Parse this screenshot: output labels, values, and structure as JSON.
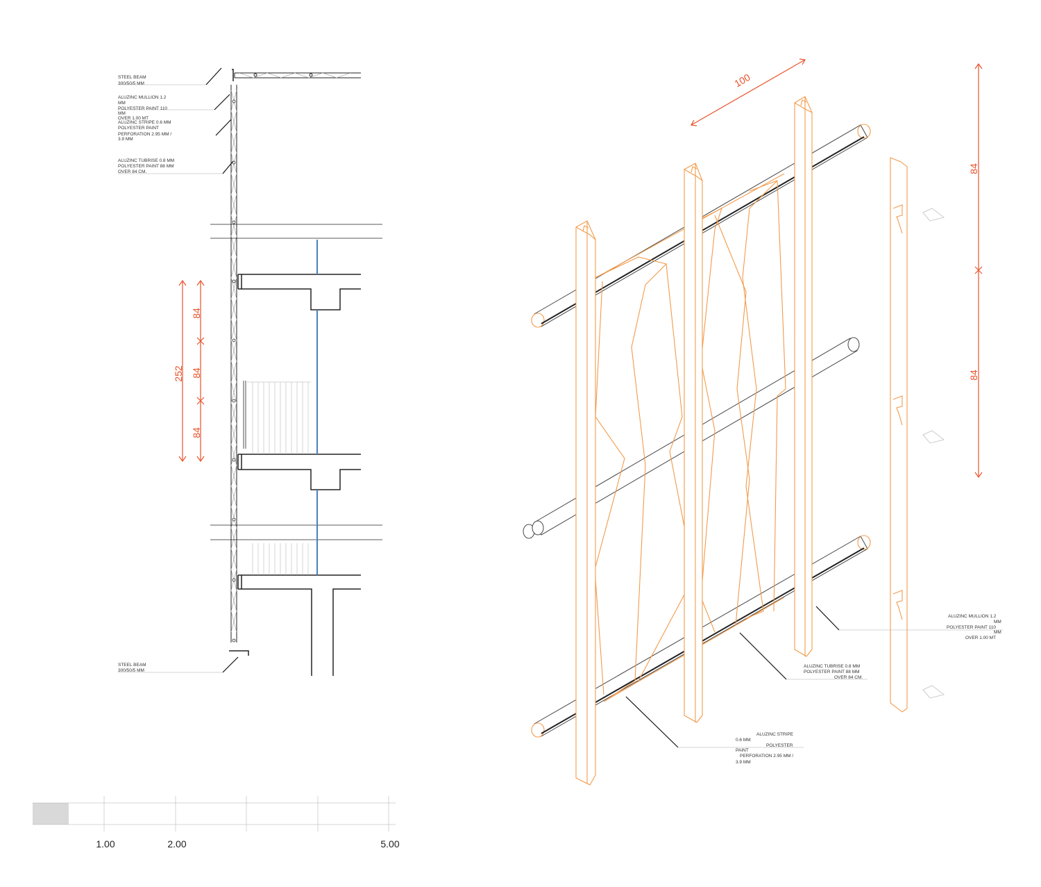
{
  "section_labels": {
    "steel_beam_top": [
      "STEEL BEAM",
      "300/50/5 MM"
    ],
    "mullion": [
      "ALUZINC MULLION 1.2",
      "MM",
      "POLYESTER PAINT 110",
      "MM",
      "OVER 1.00 MT"
    ],
    "stripe": [
      "ALUZINC STRIPE 0.6 MM",
      "POLYESTER PAINT",
      "PERFORATION 2.95 MM /",
      "3.9 MM"
    ],
    "tubrise": [
      "ALUZINC TUBRISE 0.8 MM",
      "POLYESTER PAINT 88 MM",
      "OVER 84 CM."
    ],
    "steel_beam_bottom": [
      "STEEL BEAM",
      "300/50/5 MM"
    ]
  },
  "section_dimensions": {
    "total": "252",
    "parts": [
      "84",
      "84",
      "84"
    ]
  },
  "axo_dimensions": {
    "width": "100",
    "heights": [
      "84",
      "84"
    ]
  },
  "axo_labels": {
    "mullion": [
      "ALUZINC MULLION 1.2",
      "MM",
      "POLYESTER PAINT 110",
      "MM",
      "OVER 1.00 MT"
    ],
    "tubrise": [
      "ALUZINC TUBRISE 0.8 MM",
      "POLYESTER PAINT 88 MM",
      "OVER 84 CM."
    ],
    "stripe": [
      "ALUZINC STRIPE",
      "0.6 MM",
      "POLYESTER",
      "PAINT",
      "PERFORATION 2.95 MM /",
      "3.9 MM"
    ]
  },
  "scale_bar": {
    "ticks": [
      "1.00",
      "2.00",
      "5.00"
    ]
  },
  "colors": {
    "dimension": "#e8512a",
    "facade": "#f29a4a",
    "glass": "#4a7fc0"
  }
}
